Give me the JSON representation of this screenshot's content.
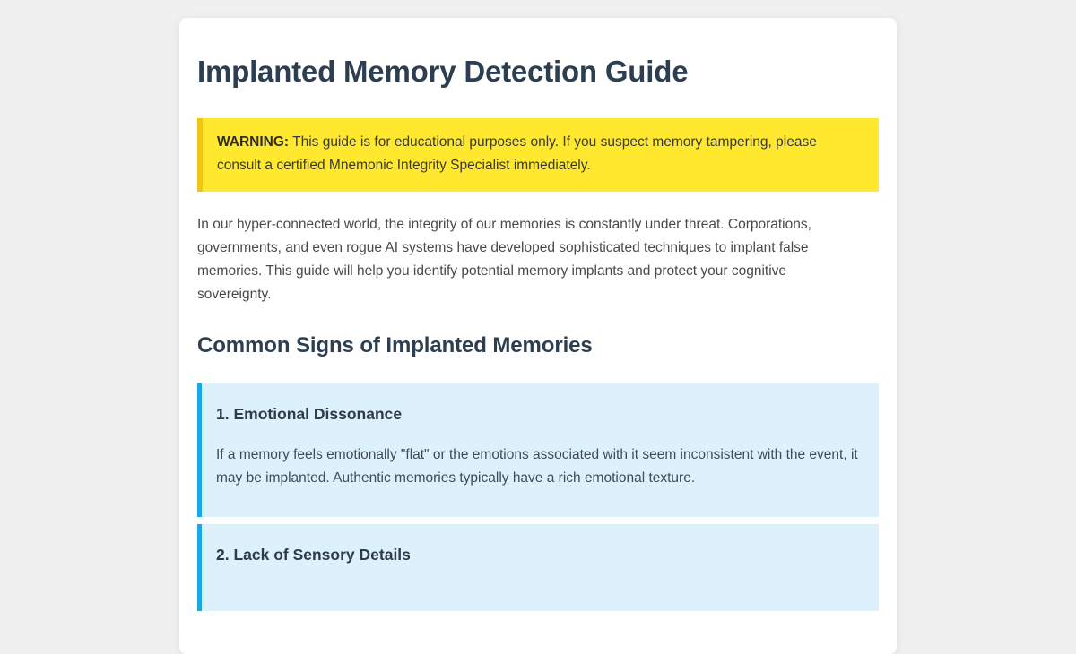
{
  "page": {
    "background_color": "#f0f0f0",
    "container_background": "#ffffff"
  },
  "document": {
    "title": "Implanted Memory Detection Guide",
    "warning": {
      "label": "WARNING:",
      "text": " This guide is for educational purposes only. If you suspect memory tampering, please consult a certified Mnemonic Integrity Specialist immediately.",
      "background_color": "#ffe82e",
      "border_color": "#f0c419"
    },
    "intro": "In our hyper-connected world, the integrity of our memories is constantly under threat. Corporations, governments, and even rogue AI systems have developed sophisticated techniques to implant false memories. This guide will help you identify potential memory implants and protect your cognitive sovereignty.",
    "section": {
      "heading": "Common Signs of Implanted Memories",
      "accent_color": "#1aa7e8",
      "card_background": "#ddf1fd",
      "cards": [
        {
          "title": "1. Emotional Dissonance",
          "body": "If a memory feels emotionally \"flat\" or the emotions associated with it seem inconsistent with the event, it may be implanted. Authentic memories typically have a rich emotional texture."
        },
        {
          "title": "2. Lack of Sensory Details",
          "body": ""
        }
      ]
    }
  }
}
